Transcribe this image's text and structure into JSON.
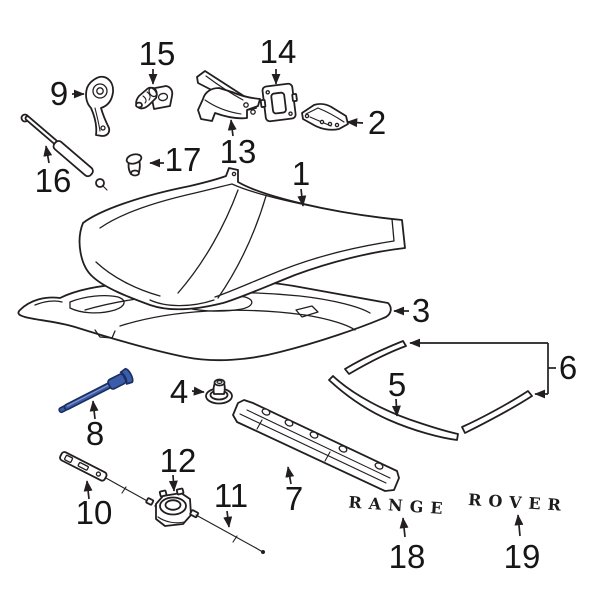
{
  "colors": {
    "background": "#ffffff",
    "line": "#231f20",
    "highlight": "#3b5ca8",
    "highlight_outline": "#1b2d5e"
  },
  "callouts": [
    {
      "num": "1"
    },
    {
      "num": "2"
    },
    {
      "num": "3"
    },
    {
      "num": "4"
    },
    {
      "num": "5"
    },
    {
      "num": "6"
    },
    {
      "num": "7"
    },
    {
      "num": "8"
    },
    {
      "num": "9"
    },
    {
      "num": "10"
    },
    {
      "num": "11"
    },
    {
      "num": "12"
    },
    {
      "num": "13"
    },
    {
      "num": "14"
    },
    {
      "num": "15"
    },
    {
      "num": "16"
    },
    {
      "num": "17"
    },
    {
      "num": "18"
    },
    {
      "num": "19"
    }
  ],
  "emblems": {
    "range": "RANGE",
    "rover": "ROVER"
  }
}
